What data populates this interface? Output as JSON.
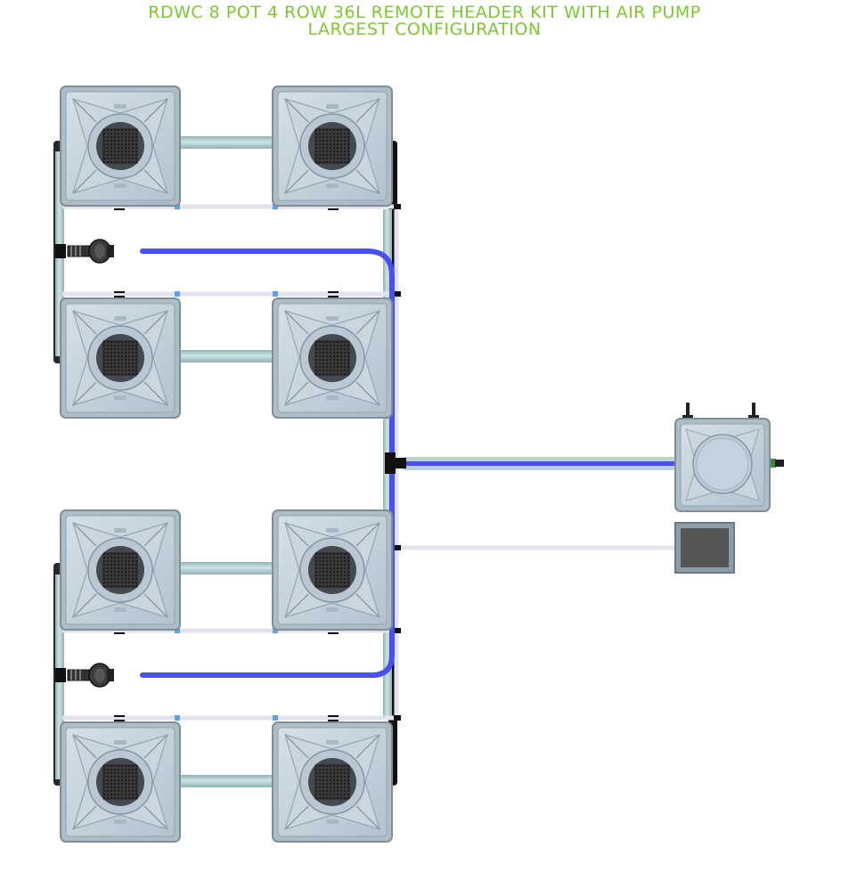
{
  "header": {
    "title_line1": "RDWC 8 POT 4 ROW 36L REMOTE HEADER KIT WITH AIR PUMP",
    "title_line2": "LARGEST CONFIGURATION"
  },
  "components": {
    "pot_count": 8,
    "row_count": 4,
    "icon_pot": "grow-pot-icon",
    "icon_tank": "header-tank-icon",
    "icon_pump": "air-pump-icon",
    "icon_valve": "ball-valve-icon"
  },
  "colors": {
    "title": "#7dc832",
    "pot_body": "#c3d2dd",
    "pot_edge": "#8e9ea9",
    "net_pot": "#333333",
    "pipe": "#a9c9cc",
    "air_line": "#4a4ff0",
    "drain_line": "#e2e2ee",
    "pump_body": "#555555"
  }
}
